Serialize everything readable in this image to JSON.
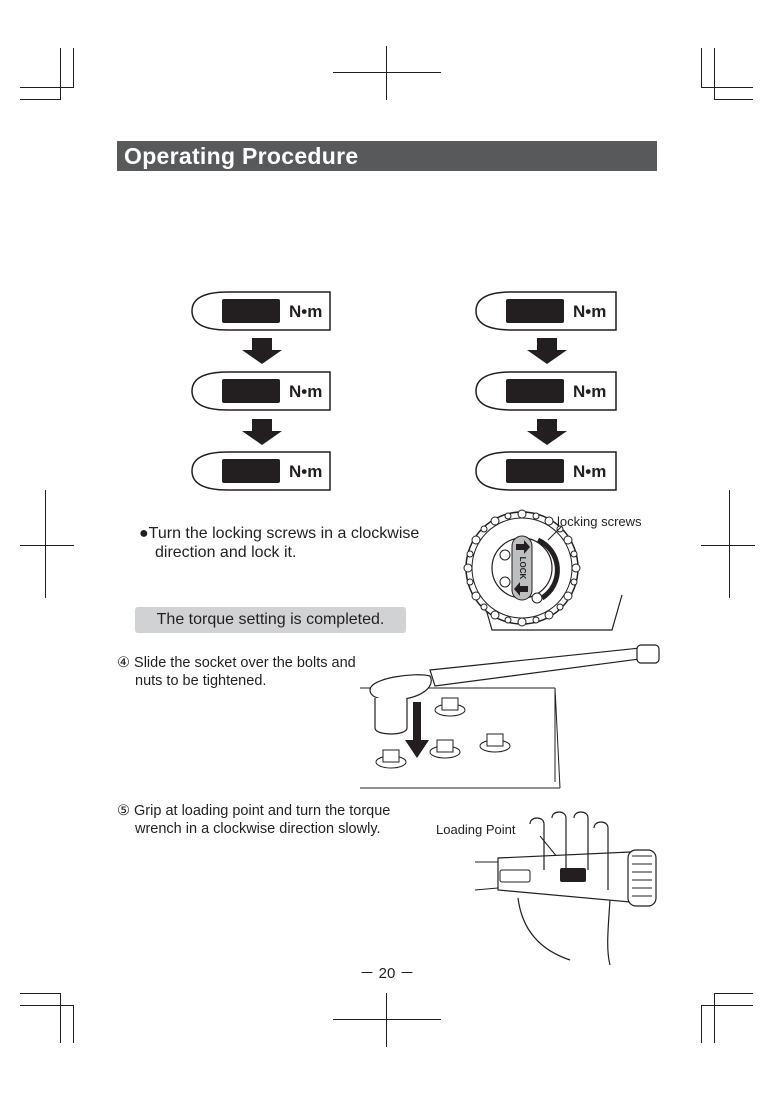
{
  "header": {
    "title": "Operating Procedure"
  },
  "display": {
    "unit": "N•m"
  },
  "lock_step": {
    "bullet": "●",
    "line1": "Turn the locking screws in a clockwise",
    "line2": "direction and lock it.",
    "callout": "locking screws",
    "dial_text": "LOCK"
  },
  "completed_note": "The torque setting is completed.",
  "step4": {
    "number": "④",
    "line1": "Slide the socket over the bolts and",
    "line2": "nuts to be tightened."
  },
  "step5": {
    "number": "⑤",
    "line1": "Grip at loading point and turn the torque",
    "line2": "wrench in a clockwise direction slowly.",
    "callout": "Loading Point"
  },
  "footer": {
    "page_number": "－ 20 －"
  }
}
